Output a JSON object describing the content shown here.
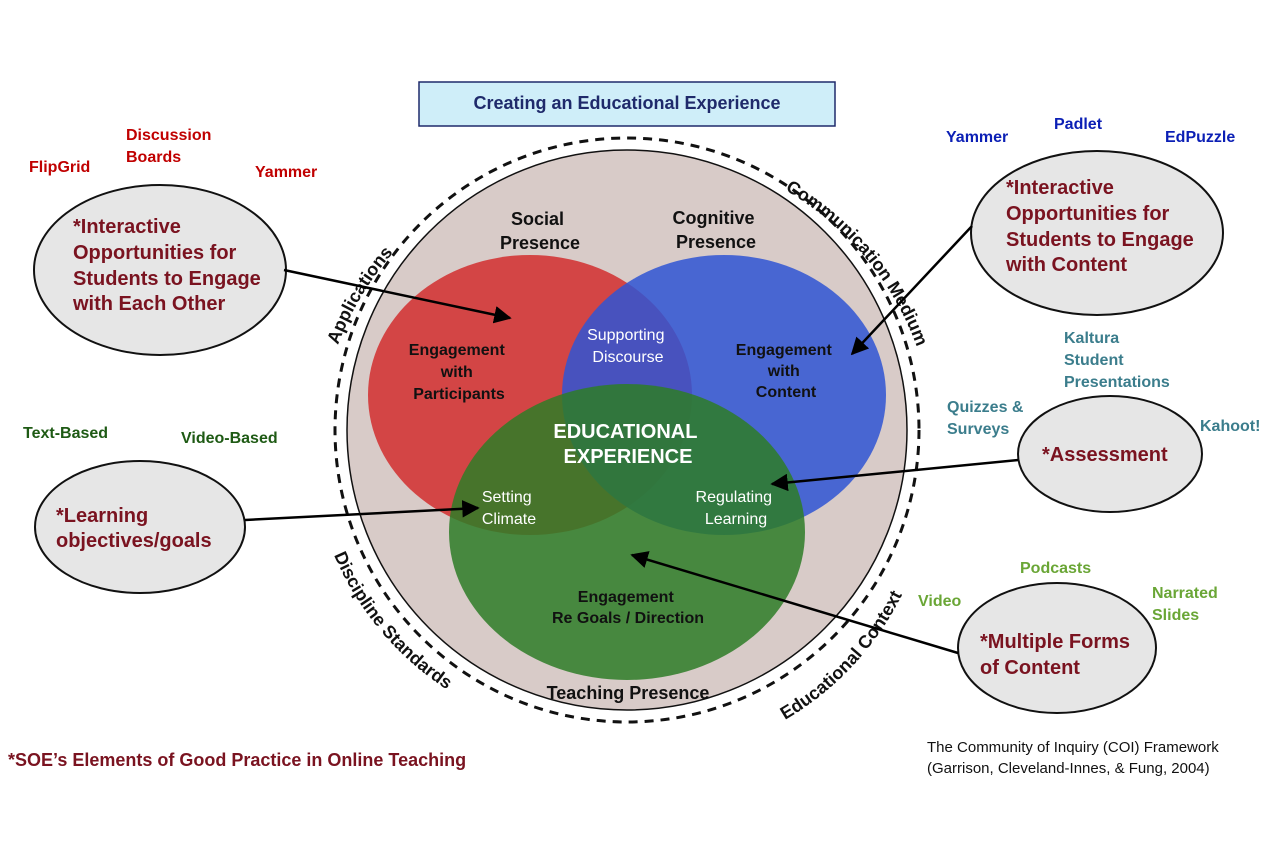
{
  "title": "Creating an Educational Experience",
  "colors": {
    "title_box_fill": "#cfeef9",
    "title_box_stroke": "#1f2a6b",
    "social_fill": "#d23a3a",
    "cognitive_fill": "#2f55d4",
    "teaching_fill": "#2e7d27",
    "outer_circle_fill": "#d8cbc8",
    "callout_fill": "#e6e6e6",
    "callout_text": "#7a1320"
  },
  "venn": {
    "social_label": [
      "Social",
      "Presence"
    ],
    "cognitive_label": [
      "Cognitive",
      "Presence"
    ],
    "teaching_label": "Teaching Presence",
    "social_only": [
      "Engagement",
      "with",
      "Participants"
    ],
    "cognitive_only": [
      "Engagement",
      "with",
      "Content"
    ],
    "teaching_only": [
      "Engagement",
      "Re Goals / Direction"
    ],
    "social_cognitive": [
      "Supporting",
      "Discourse"
    ],
    "social_teaching": [
      "Setting",
      "Climate"
    ],
    "cognitive_teaching": [
      "Regulating",
      "Learning"
    ],
    "center": [
      "EDUCATIONAL",
      "EXPERIENCE"
    ]
  },
  "ring_labels": {
    "applications": "Applications",
    "communication_medium": "Communication Medium",
    "discipline_standards": "Discipline Standards",
    "educational_context": "Educational Context"
  },
  "callouts": {
    "each_other": [
      "*Interactive",
      "Opportunities for",
      "Students to Engage",
      "with Each Other"
    ],
    "content": [
      "*Interactive",
      "Opportunities for",
      "Students to Engage",
      "with Content"
    ],
    "assessment": [
      "*Assessment"
    ],
    "objectives": [
      "*Learning",
      "objectives/goals"
    ],
    "forms": [
      "*Multiple Forms",
      "of Content"
    ]
  },
  "tools": {
    "each_other": [
      "FlipGrid",
      "Discussion",
      "Boards",
      "Yammer"
    ],
    "content": [
      "Yammer",
      "Padlet",
      "EdPuzzle"
    ],
    "assessment": [
      "Kaltura",
      "Student",
      "Presentations",
      "Quizzes &",
      "Surveys",
      "Kahoot!"
    ],
    "objectives": [
      "Text-Based",
      "Video-Based"
    ],
    "forms": [
      "Podcasts",
      "Video",
      "Narrated",
      "Slides"
    ]
  },
  "footer": {
    "soe": "*SOE’s Elements of Good Practice in Online Teaching",
    "coi_line1": "The Community of Inquiry (COI) Framework",
    "coi_line2": "(Garrison, Cleveland-Innes, & Fung, 2004)"
  }
}
